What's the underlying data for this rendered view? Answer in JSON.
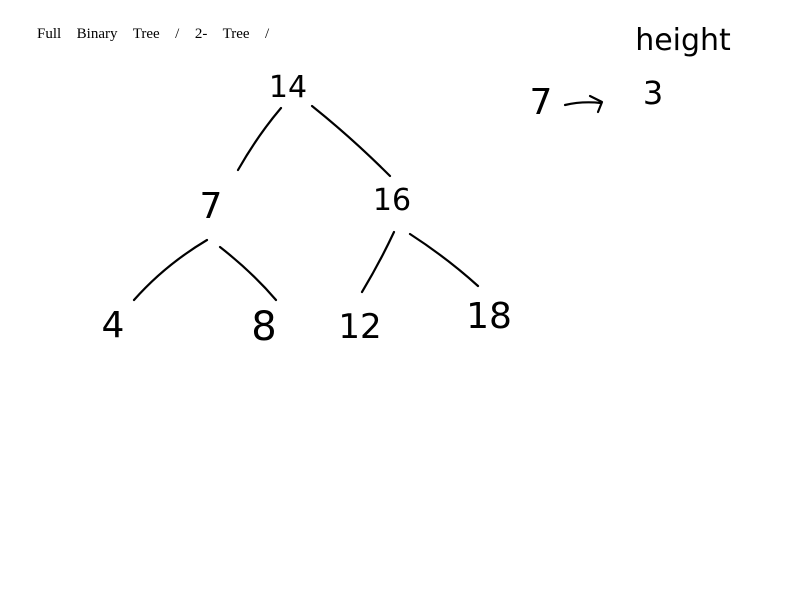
{
  "heading": "Full  Binary  Tree  /  2-  Tree  /",
  "tree": {
    "root": "14",
    "left": "7",
    "right": "16",
    "left_left": "4",
    "left_right": "8",
    "right_left": "12",
    "right_right": "18"
  },
  "side_note": {
    "label": "height",
    "nodes": "7",
    "height": "3"
  },
  "colors": {
    "ink": "#000000",
    "background": "#ffffff"
  }
}
